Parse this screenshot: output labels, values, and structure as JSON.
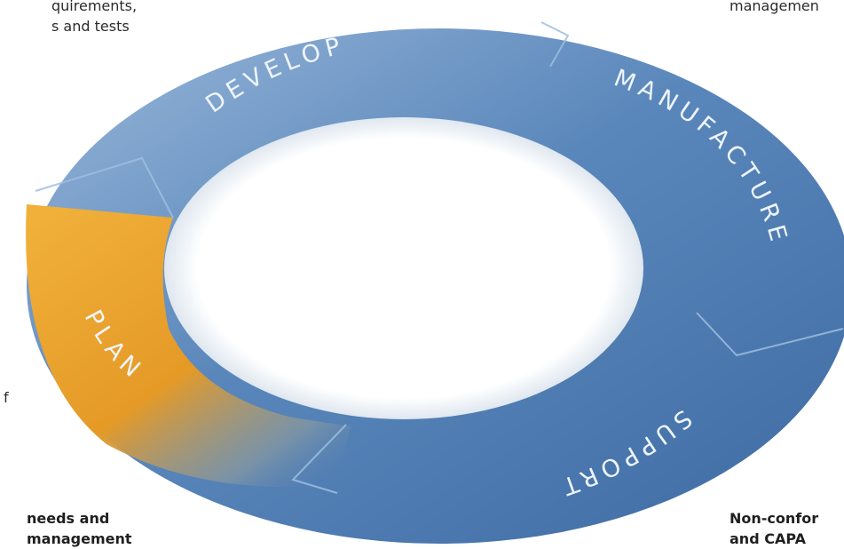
{
  "text_fragments": {
    "top_left_1": "quirements,",
    "top_left_2": "s and tests",
    "top_right_1": "managemen",
    "mid_left_1": "f",
    "bottom_left_1": "needs and",
    "bottom_left_2": "management",
    "bottom_right_1": "Non-confor",
    "bottom_right_2": "and CAPA"
  },
  "cycle": {
    "segments": [
      {
        "label": "DEVELOP"
      },
      {
        "label": "MANUFACTURE"
      },
      {
        "label": "SUPPORT"
      },
      {
        "label": "PLAN"
      }
    ]
  },
  "colors": {
    "segment_blue": "#4f7db2",
    "segment_blue_light": "#86a9d0",
    "segment_orange": "#e9a02a",
    "label_fill": "#eef4fb"
  }
}
